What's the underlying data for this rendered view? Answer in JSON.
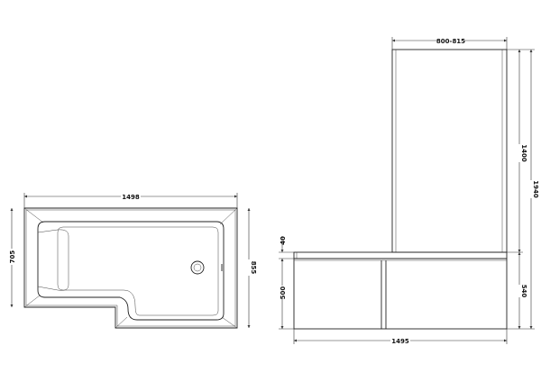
{
  "plan_view": {
    "length_label": "1498",
    "narrow_width_label": "705",
    "wide_width_label": "855"
  },
  "front_view": {
    "screen_width_label": "800-815",
    "screen_height_label": "1400",
    "overall_height_label": "1940",
    "rim_label": "40",
    "panel_height_label": "500",
    "bath_height_label": "540",
    "length_label": "1495"
  },
  "colors": {
    "line": "#222222",
    "background": "#ffffff"
  }
}
